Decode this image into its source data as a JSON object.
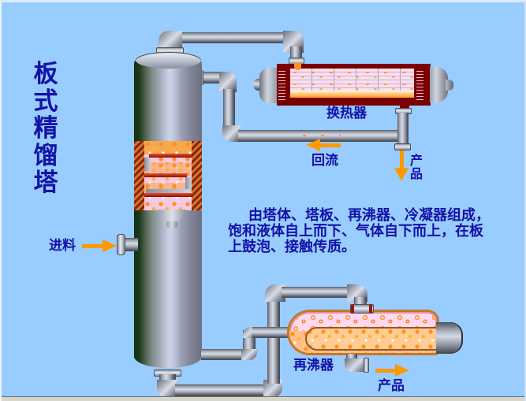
{
  "title": {
    "text": "板式精馏塔",
    "chars": [
      "板",
      "式",
      "精",
      "馏",
      "塔"
    ]
  },
  "labels": {
    "feed": "进料",
    "reflux": "回流",
    "product_top_char1": "产",
    "product_top_char2": "品",
    "product_bottom": "产品",
    "heat_exchanger": "换热器",
    "reboiler": "再沸器"
  },
  "description": {
    "lines": [
      "由塔体、塔板、再沸器、冷凝器组成，",
      "饱和液体自上而下、气体自下而上，在板",
      "上鼓泡、接触传质。"
    ]
  },
  "colors": {
    "background": "#99ccff",
    "text_navy": "#1212a6",
    "arrow_orange": "#ff9900",
    "shell_dark_red": "#7a0000",
    "froth_orange": "#f5a килrepresent"
  }
}
